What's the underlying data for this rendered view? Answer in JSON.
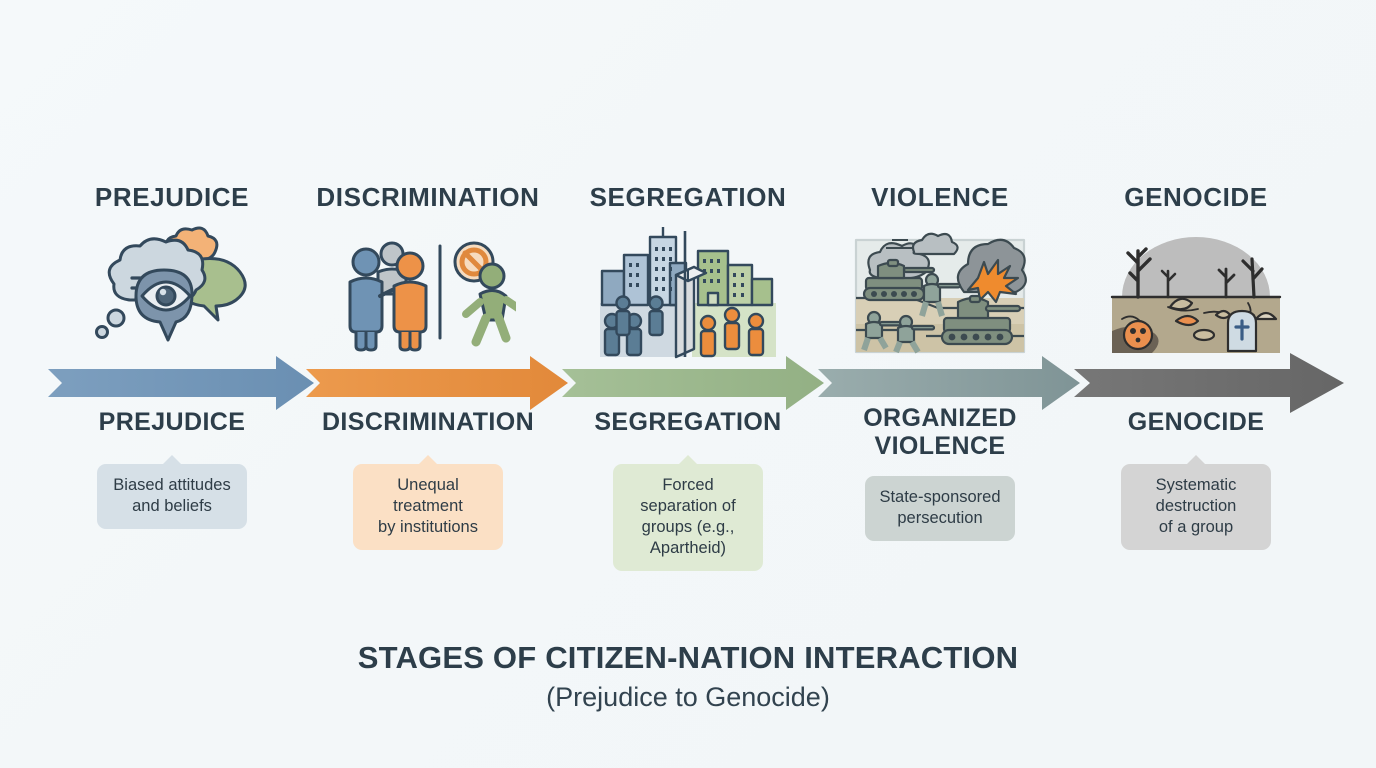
{
  "background_color": "#f4f7f9",
  "heading_color": "#2d3e4a",
  "title": {
    "main": "STAGES OF CITIZEN-NATION INTERACTION",
    "sub": "(Prejudice to Genocide)"
  },
  "stages": [
    {
      "id": "prejudice",
      "top_title": "PREJUDICE",
      "bottom_label": "PREJUDICE",
      "bottom_label_lines": [
        "PREJUDICE"
      ],
      "description": "Biased attitudes\nand beliefs",
      "icon_name": "thought-bubbles-eye-icon",
      "arrow_color": "#7196b8",
      "box_bg": "#d6e0e7",
      "box_border": "#c6d2db"
    },
    {
      "id": "discrimination",
      "top_title": "DISCRIMINATION",
      "bottom_label": "DISCRIMINATION",
      "bottom_label_lines": [
        "DISCRIMINATION"
      ],
      "description": "Unequal treatment\nby institutions",
      "icon_name": "people-barrier-prohibition-icon",
      "arrow_color": "#e8913f",
      "box_bg": "#fbe0c5",
      "box_border": "#f5d4b5"
    },
    {
      "id": "segregation",
      "top_title": "SEGREGATION",
      "bottom_label": "SEGREGATION",
      "bottom_label_lines": [
        "SEGREGATION"
      ],
      "description": "Forced separation of\ngroups (e.g., Apartheid)",
      "icon_name": "divided-city-wall-icon",
      "arrow_color": "#9cb98e",
      "box_bg": "#dfead4",
      "box_border": "#d2e0c5"
    },
    {
      "id": "violence",
      "top_title": "VIOLENCE",
      "bottom_label": "ORGANIZED VIOLENCE",
      "bottom_label_lines": [
        "ORGANIZED",
        "VIOLENCE"
      ],
      "description": "State-sponsored\npersecution",
      "icon_name": "tanks-soldiers-warfare-icon",
      "arrow_color": "#8ca0a2",
      "box_bg": "#ccd4d2",
      "box_border": "#c2cbc9"
    },
    {
      "id": "genocide",
      "top_title": "GENOCIDE",
      "bottom_label": "GENOCIDE",
      "bottom_label_lines": [
        "GENOCIDE"
      ],
      "description": "Systematic destruction\nof a group",
      "icon_name": "wasteland-grave-skull-icon",
      "arrow_color": "#6e6e6e",
      "box_bg": "#d4d4d4",
      "box_border": "#c9c9c9"
    }
  ],
  "arrow_band": {
    "name": "progression-arrow-band",
    "direction": "left-to-right",
    "segment_colors": [
      "#7196b8",
      "#e8913f",
      "#9cb98e",
      "#8ca0a2",
      "#6e6e6e"
    ]
  }
}
